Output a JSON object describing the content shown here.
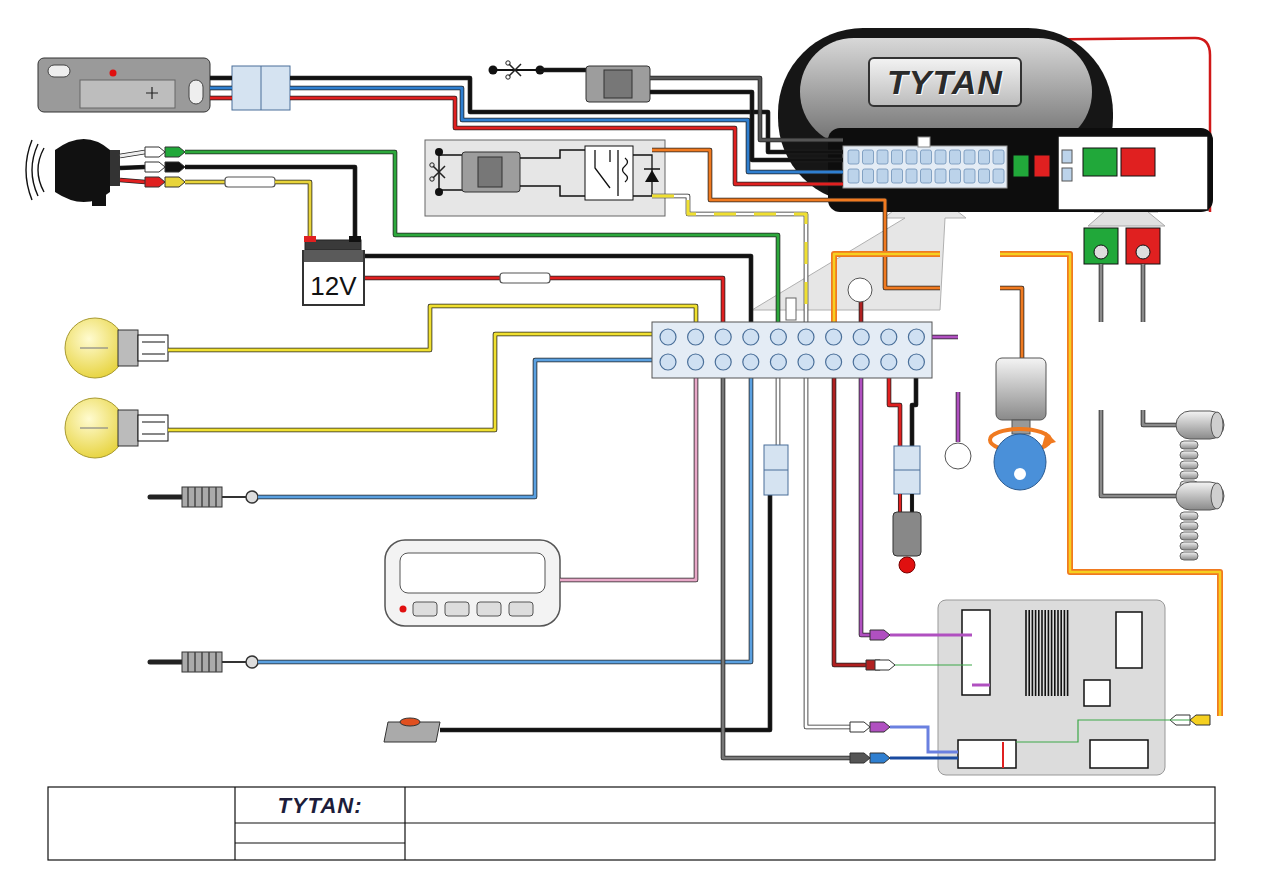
{
  "diagram": {
    "nodes": [
      {
        "text": [
          "TYTAN"
        ]
      },
      {
        "text": [
          "12V"
        ]
      },
      {
        "text": [
          "TYTAN:"
        ]
      }
    ]
  }
}
